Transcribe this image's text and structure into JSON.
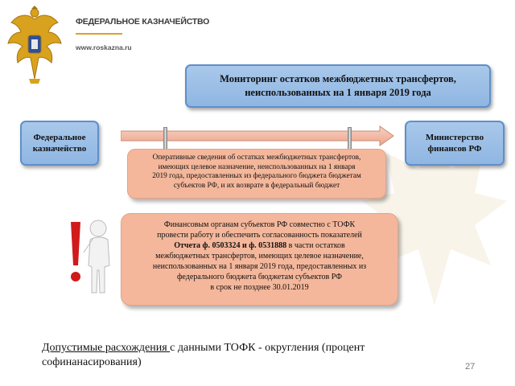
{
  "header": {
    "org_name": "ФЕДЕРАЛЬНОЕ КАЗНАЧЕЙСТВО",
    "org_url": "www.roskazna.ru"
  },
  "title_box": {
    "line1": "Мониторинг остатков межбюджетных трансфертов,",
    "line2": "неиспользованных на 1 января 2019 года"
  },
  "left_box": {
    "line1": "Федеральное",
    "line2": "казначейство"
  },
  "right_box": {
    "line1": "Министерство",
    "line2": "финансов РФ"
  },
  "info_box": {
    "line1": "Оперативные сведения об остатках межбюджетных трансфертов,",
    "line2": "имеющих целевое назначение, неиспользованных на 1 января",
    "line3": "2019 года, предоставленных из федерального бюджета бюджетам",
    "line4": "субъектов РФ, и их возврате в федеральный бюджет"
  },
  "task_box": {
    "line1": "Финансовым органам субъектов РФ совместно с ТОФК",
    "line2": "провести работу и обеспечить согласованность показателей",
    "line3_bold": "Отчета ф. 0503324 и ф. 0531888",
    "line3_rest": " в части остатков",
    "line4": "межбюджетных трансфертов, имеющих целевое назначение,",
    "line5": "неиспользованных на 1 января 2019 года, предоставленных из",
    "line6": "федерального бюджета бюджетам субъектов РФ",
    "line7": "в срок не позднее 30.01.2019"
  },
  "footnote": {
    "underlined": "Допустимые расхождения ",
    "rest1": "с данными ТОФК - округления (процент",
    "rest2": "софинанасирования)"
  },
  "page_number": "27",
  "icons": [
    "treasury-emblem-icon",
    "thinking-man-exclamation-icon",
    "double-headed-eagle-watermark-icon"
  ],
  "colors": {
    "blue_box": "#9dbfe6",
    "blue_border": "#5f8fca",
    "orange_box": "#f4b79b",
    "arrow": "#f2bba7",
    "gold": "#d9a521",
    "exclamation": "#d11a1a"
  }
}
